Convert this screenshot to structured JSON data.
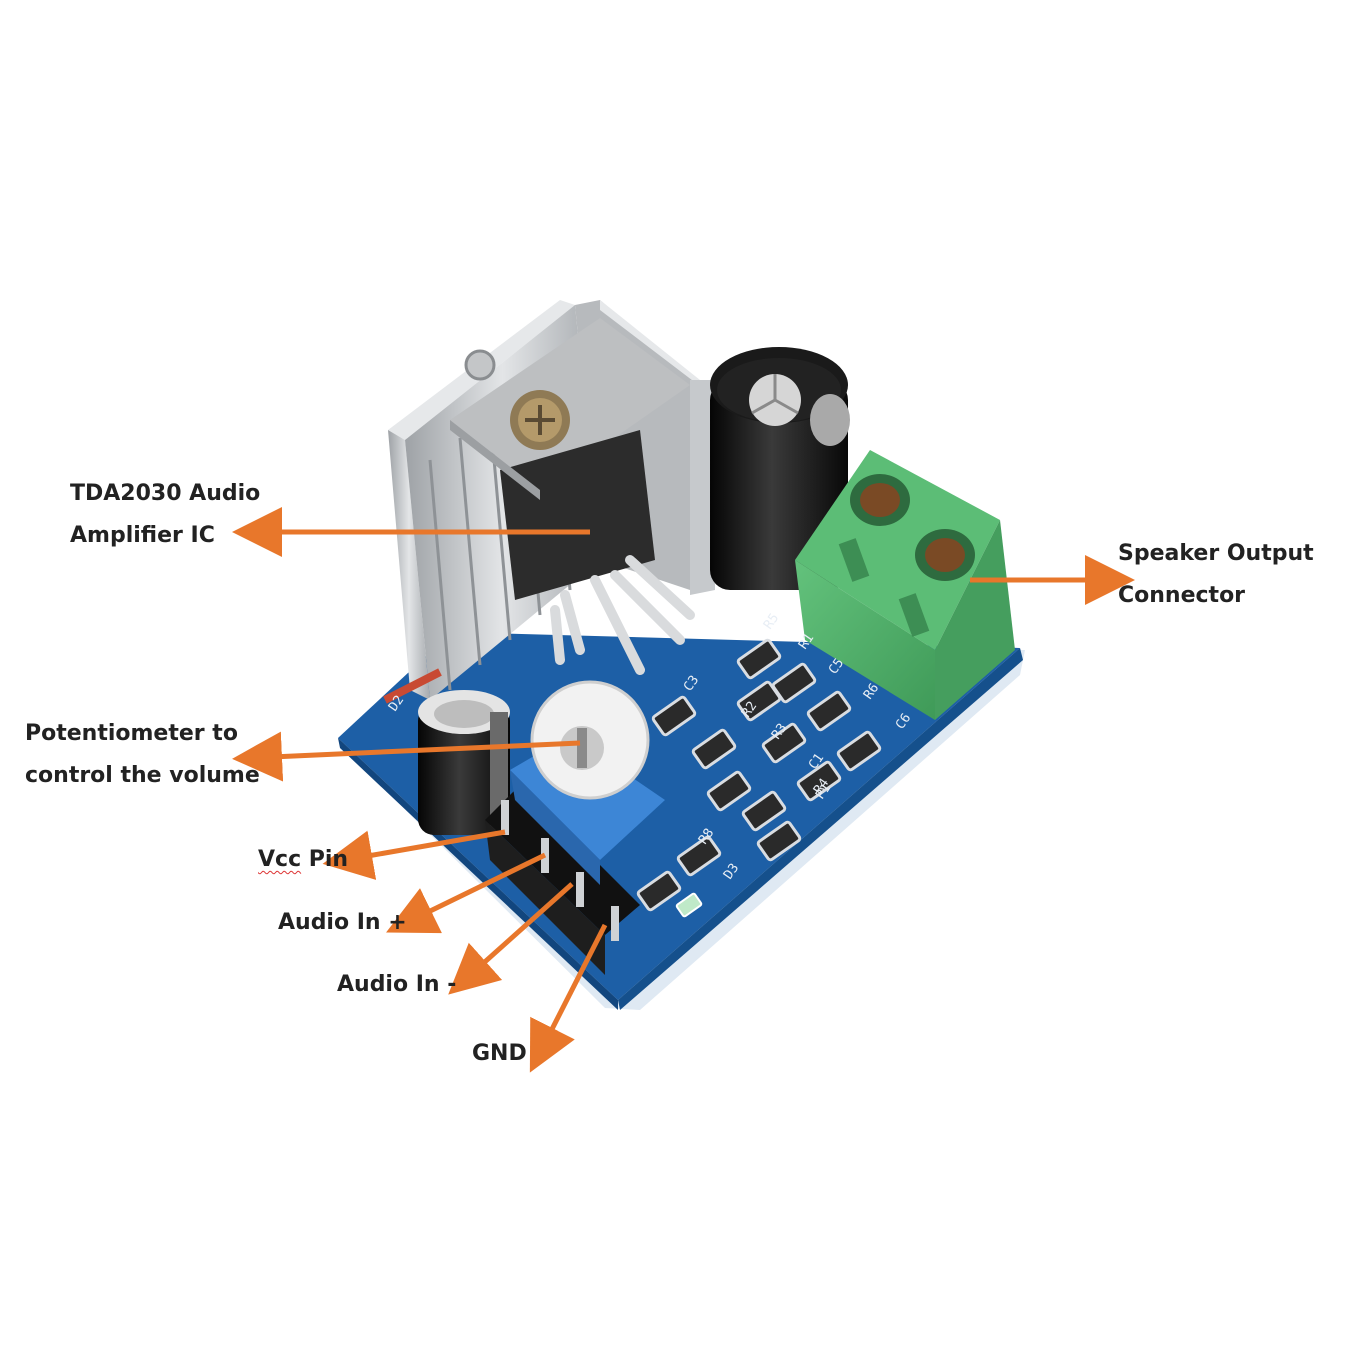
{
  "colors": {
    "arrow": "#e8772b",
    "pcb": "#1d5fa6",
    "pcb_edge": "#e9f1f8",
    "terminal": "#4fae6a",
    "heatsink": "#c9cbcd",
    "capacitor": "#141414",
    "trimmer_body": "#3d86d6",
    "trimmer_knob": "#f2f2f2",
    "label_text": "#222222"
  },
  "labels": {
    "ic": {
      "line1": "TDA2030 Audio",
      "line2": "Amplifier IC"
    },
    "speaker": {
      "line1": "Speaker Output",
      "line2": "Connector"
    },
    "pot": {
      "line1": "Potentiometer to",
      "line2": "control the volume"
    },
    "vcc_word": "Vcc",
    "vcc_rest": " Pin",
    "audio_in_plus": "Audio In +",
    "audio_in_minus": "Audio In -",
    "gnd": "GND"
  },
  "silkscreen": [
    "R5",
    "R1",
    "C5",
    "R6",
    "C6",
    "R2",
    "C3",
    "R3",
    "C1",
    "R4",
    "R8",
    "D3",
    "D2",
    "P1"
  ],
  "icons": {
    "arrow": "arrow-icon",
    "board": "amplifier-board-icon"
  }
}
